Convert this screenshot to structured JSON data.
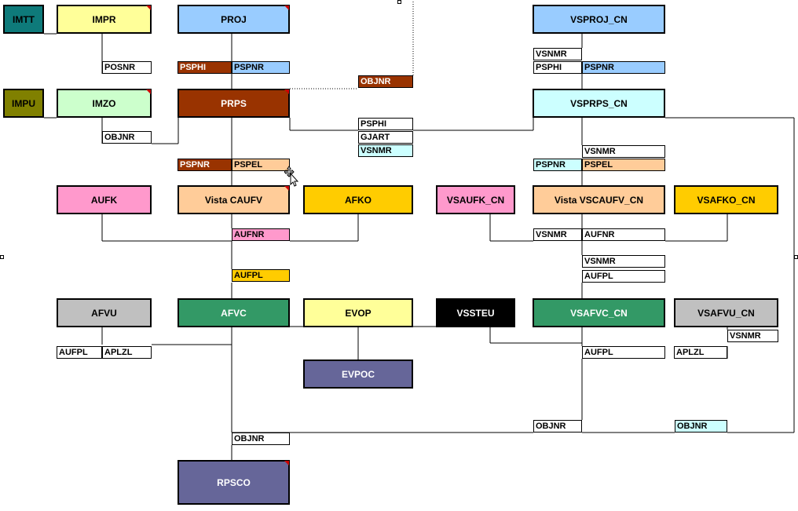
{
  "colors": {
    "teal": "#0e7a7a",
    "olive": "#808000",
    "light_yellow": "#ffff99",
    "light_green": "#ccffcc",
    "light_blue": "#99ccff",
    "brown": "#993300",
    "pale_cyan": "#ccffff",
    "pink": "#ff99cc",
    "peach": "#ffcc99",
    "gold": "#ffcc00",
    "gray": "#c0c0c0",
    "green": "#339966",
    "black": "#000000",
    "slate": "#666699"
  },
  "tables": [
    {
      "id": "imtt",
      "label": "IMTT",
      "color": "teal",
      "text": "#000000",
      "marker": false
    },
    {
      "id": "impr",
      "label": "IMPR",
      "color": "light_yellow",
      "text": "#000000",
      "marker": true
    },
    {
      "id": "proj",
      "label": "PROJ",
      "color": "light_blue",
      "text": "#000000",
      "marker": true
    },
    {
      "id": "vsproj_cn",
      "label": "VSPROJ_CN",
      "color": "light_blue",
      "text": "#000000",
      "marker": false
    },
    {
      "id": "impu",
      "label": "IMPU",
      "color": "olive",
      "text": "#000000",
      "marker": false
    },
    {
      "id": "imzo",
      "label": "IMZO",
      "color": "light_green",
      "text": "#000000",
      "marker": true
    },
    {
      "id": "prps",
      "label": "PRPS",
      "color": "brown",
      "text": "#ffffff",
      "marker": true
    },
    {
      "id": "vsprps_cn",
      "label": "VSPRPS_CN",
      "color": "pale_cyan",
      "text": "#000000",
      "marker": false
    },
    {
      "id": "aufk",
      "label": "AUFK",
      "color": "pink",
      "text": "#000000",
      "marker": false
    },
    {
      "id": "vista_caufv",
      "label": "Vista CAUFV",
      "color": "peach",
      "text": "#000000",
      "marker": true
    },
    {
      "id": "afko",
      "label": "AFKO",
      "color": "gold",
      "text": "#000000",
      "marker": false
    },
    {
      "id": "vsaufk_cn",
      "label": "VSAUFK_CN",
      "color": "pink",
      "text": "#000000",
      "marker": false
    },
    {
      "id": "vista_vscaufv_cn",
      "label": "Vista VSCAUFV_CN",
      "color": "peach",
      "text": "#000000",
      "marker": false
    },
    {
      "id": "vsafko_cn",
      "label": "VSAFKO_CN",
      "color": "gold",
      "text": "#000000",
      "marker": false
    },
    {
      "id": "afvu",
      "label": "AFVU",
      "color": "gray",
      "text": "#000000",
      "marker": false
    },
    {
      "id": "afvc",
      "label": "AFVC",
      "color": "green",
      "text": "#ffffff",
      "marker": false
    },
    {
      "id": "evop",
      "label": "EVOP",
      "color": "light_yellow",
      "text": "#000000",
      "marker": false
    },
    {
      "id": "vssteu",
      "label": "VSSTEU",
      "color": "black",
      "text": "#ffffff",
      "marker": false
    },
    {
      "id": "vsafvc_cn",
      "label": "VSAFVC_CN",
      "color": "green",
      "text": "#ffffff",
      "marker": false
    },
    {
      "id": "vsafvu_cn",
      "label": "VSAFVU_CN",
      "color": "gray",
      "text": "#000000",
      "marker": false
    },
    {
      "id": "evpoc",
      "label": "EVPOC",
      "color": "slate",
      "text": "#ffffff",
      "marker": false
    },
    {
      "id": "rpsco",
      "label": "RPSCO",
      "color": "slate",
      "text": "#ffffff",
      "marker": true
    }
  ],
  "fields": [
    {
      "id": "f-posnr",
      "label": "POSNR",
      "color": "#ffffff",
      "text": "#000000"
    },
    {
      "id": "f-pspnr-prps-1",
      "label": "PSPHI",
      "color": "brown",
      "text": "#ffffff"
    },
    {
      "id": "f-pspnr-prps-2",
      "label": "PSPNR",
      "color": "light_blue",
      "text": "#000000"
    },
    {
      "id": "f-objnr-top",
      "label": "OBJNR",
      "color": "brown",
      "text": "#ffffff"
    },
    {
      "id": "f-vsnmr-proj",
      "label": "VSNMR",
      "color": "#ffffff",
      "text": "#000000"
    },
    {
      "id": "f-psphi-vsproj",
      "label": "PSPHI",
      "color": "#ffffff",
      "text": "#000000"
    },
    {
      "id": "f-pspnr-vsproj",
      "label": "PSPNR",
      "color": "light_blue",
      "text": "#000000"
    },
    {
      "id": "f-objnr-imzo",
      "label": "OBJNR",
      "color": "#ffffff",
      "text": "#000000"
    },
    {
      "id": "f-psphi-mid",
      "label": "PSPHI",
      "color": "#ffffff",
      "text": "#000000"
    },
    {
      "id": "f-gjart",
      "label": "GJART",
      "color": "#ffffff",
      "text": "#000000"
    },
    {
      "id": "f-vsnmr-mid",
      "label": "VSNMR",
      "color": "pale_cyan",
      "text": "#000000"
    },
    {
      "id": "f-pspnr-caufv",
      "label": "PSPNR",
      "color": "brown",
      "text": "#ffffff"
    },
    {
      "id": "f-pspel-caufv",
      "label": "PSPEL",
      "color": "peach",
      "text": "#000000"
    },
    {
      "id": "f-vsnmr-vsprps",
      "label": "VSNMR",
      "color": "#ffffff",
      "text": "#000000"
    },
    {
      "id": "f-pspnr-vsprps",
      "label": "PSPNR",
      "color": "pale_cyan",
      "text": "#000000"
    },
    {
      "id": "f-pspel-vsprps",
      "label": "PSPEL",
      "color": "peach",
      "text": "#000000"
    },
    {
      "id": "f-aufnr-left",
      "label": "AUFNR",
      "color": "pink",
      "text": "#000000"
    },
    {
      "id": "f-vsnmr-aufk",
      "label": "VSNMR",
      "color": "#ffffff",
      "text": "#000000"
    },
    {
      "id": "f-aufnr-right",
      "label": "AUFNR",
      "color": "#ffffff",
      "text": "#000000"
    },
    {
      "id": "f-vsnmr-aufpl",
      "label": "VSNMR",
      "color": "#ffffff",
      "text": "#000000"
    },
    {
      "id": "f-aufpl-right",
      "label": "AUFPL",
      "color": "#ffffff",
      "text": "#000000"
    },
    {
      "id": "f-aufpl-left",
      "label": "AUFPL",
      "color": "gold",
      "text": "#000000"
    },
    {
      "id": "f-aufpl-afvu",
      "label": "AUFPL",
      "color": "#ffffff",
      "text": "#000000"
    },
    {
      "id": "f-aplzl-afvu",
      "label": "APLZL",
      "color": "#ffffff",
      "text": "#000000"
    },
    {
      "id": "f-vsnmr-vsafvu",
      "label": "VSNMR",
      "color": "#ffffff",
      "text": "#000000"
    },
    {
      "id": "f-aufpl-vsafvc",
      "label": "AUFPL",
      "color": "#ffffff",
      "text": "#000000"
    },
    {
      "id": "f-aplzl-vsafvu",
      "label": "APLZL",
      "color": "#ffffff",
      "text": "#000000"
    },
    {
      "id": "f-objnr-vs",
      "label": "OBJNR",
      "color": "#ffffff",
      "text": "#000000"
    },
    {
      "id": "f-objnr-vs2",
      "label": "OBJNR",
      "color": "pale_cyan",
      "text": "#000000"
    },
    {
      "id": "f-objnr-rpsco",
      "label": "OBJNR",
      "color": "#ffffff",
      "text": "#000000"
    }
  ]
}
